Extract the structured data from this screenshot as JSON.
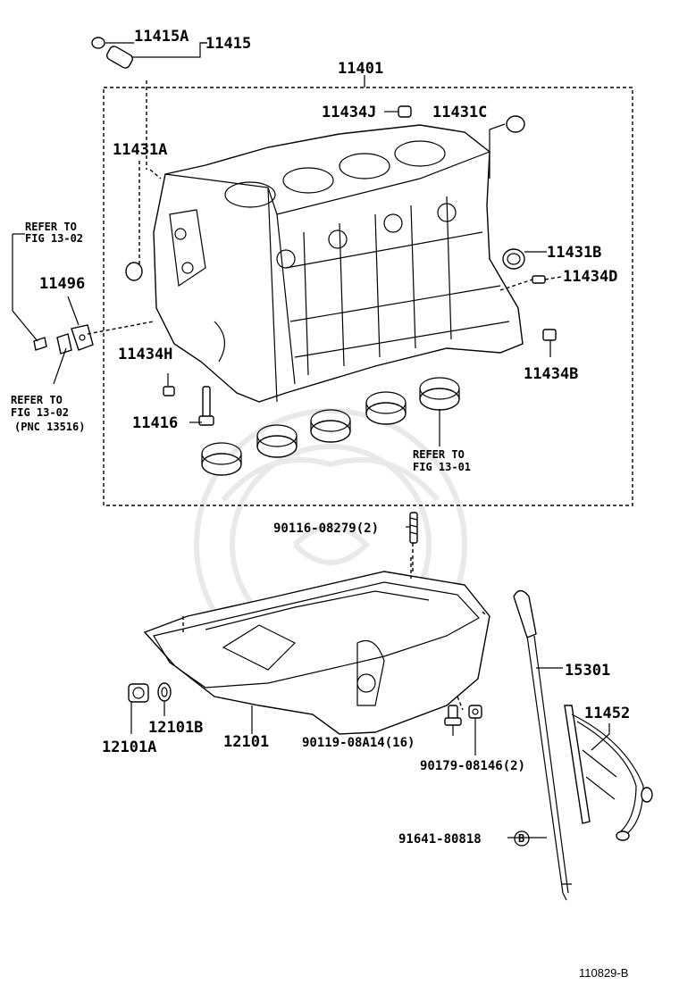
{
  "callouts": {
    "p11415A": "11415A",
    "p11415": "11415",
    "p11401": "11401",
    "p11434J": "11434J",
    "p11431C": "11431C",
    "p11431A": "11431A",
    "p11431B": "11431B",
    "p11434D": "11434D",
    "p11496": "11496",
    "p11434B": "11434B",
    "p11434H": "11434H",
    "p11416": "11416",
    "p90116": "90116-08279(2)",
    "p15301": "15301",
    "p11452": "11452",
    "p12101B": "12101B",
    "p12101A": "12101A",
    "p12101": "12101",
    "p90119": "90119-08A14(16)",
    "p90179": "90179-08146(2)",
    "p91641": "91641-80818"
  },
  "refs": {
    "ref1_a": "REFER TO",
    "ref1_b": "FIG 13-02",
    "ref2_a": "REFER TO",
    "ref2_b": "FIG 13-02",
    "ref2_c": "(PNC 13516)",
    "ref3_a": "REFER TO",
    "ref3_b": "FIG 13-01"
  },
  "marker_b": "B",
  "diagram_id": "110829-B"
}
